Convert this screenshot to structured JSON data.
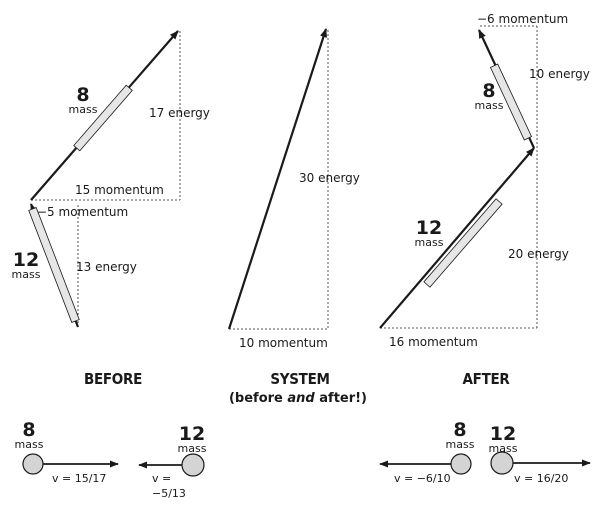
{
  "before": {
    "heading": "BEFORE",
    "mass8": {
      "number": "8",
      "unit": "mass"
    },
    "mass12": {
      "number": "12",
      "unit": "mass"
    },
    "energy_8": "17 energy",
    "momentum_8": "15 momentum",
    "momentum_12": "−5 momentum",
    "energy_12": "13 energy",
    "ball_8": {
      "number": "8",
      "unit": "mass",
      "velocity": "v = 15/17"
    },
    "ball_12": {
      "number": "12",
      "unit": "mass",
      "velocity_line1": "v =",
      "velocity_line2": "−5/13"
    }
  },
  "system": {
    "heading": "SYSTEM",
    "subheading_pre": "(before ",
    "subheading_em": "and",
    "subheading_post": " after!)",
    "energy": "30 energy",
    "momentum": "10 momentum"
  },
  "after": {
    "heading": "AFTER",
    "mass8": {
      "number": "8",
      "unit": "mass"
    },
    "mass12": {
      "number": "12",
      "unit": "mass"
    },
    "momentum_8": "−6 momentum",
    "energy_8": "10 energy",
    "energy_12": "20 energy",
    "momentum_12": "16 momentum",
    "ball_8": {
      "number": "8",
      "unit": "mass",
      "velocity": "v = −6/10"
    },
    "ball_12": {
      "number": "12",
      "unit": "mass",
      "velocity": "v = 16/20"
    }
  },
  "colors": {
    "ink": "#1a1a1a",
    "bar_fill": "#e6e6e6",
    "ball_fill": "#d4d4d4",
    "dotted": "#555555"
  }
}
